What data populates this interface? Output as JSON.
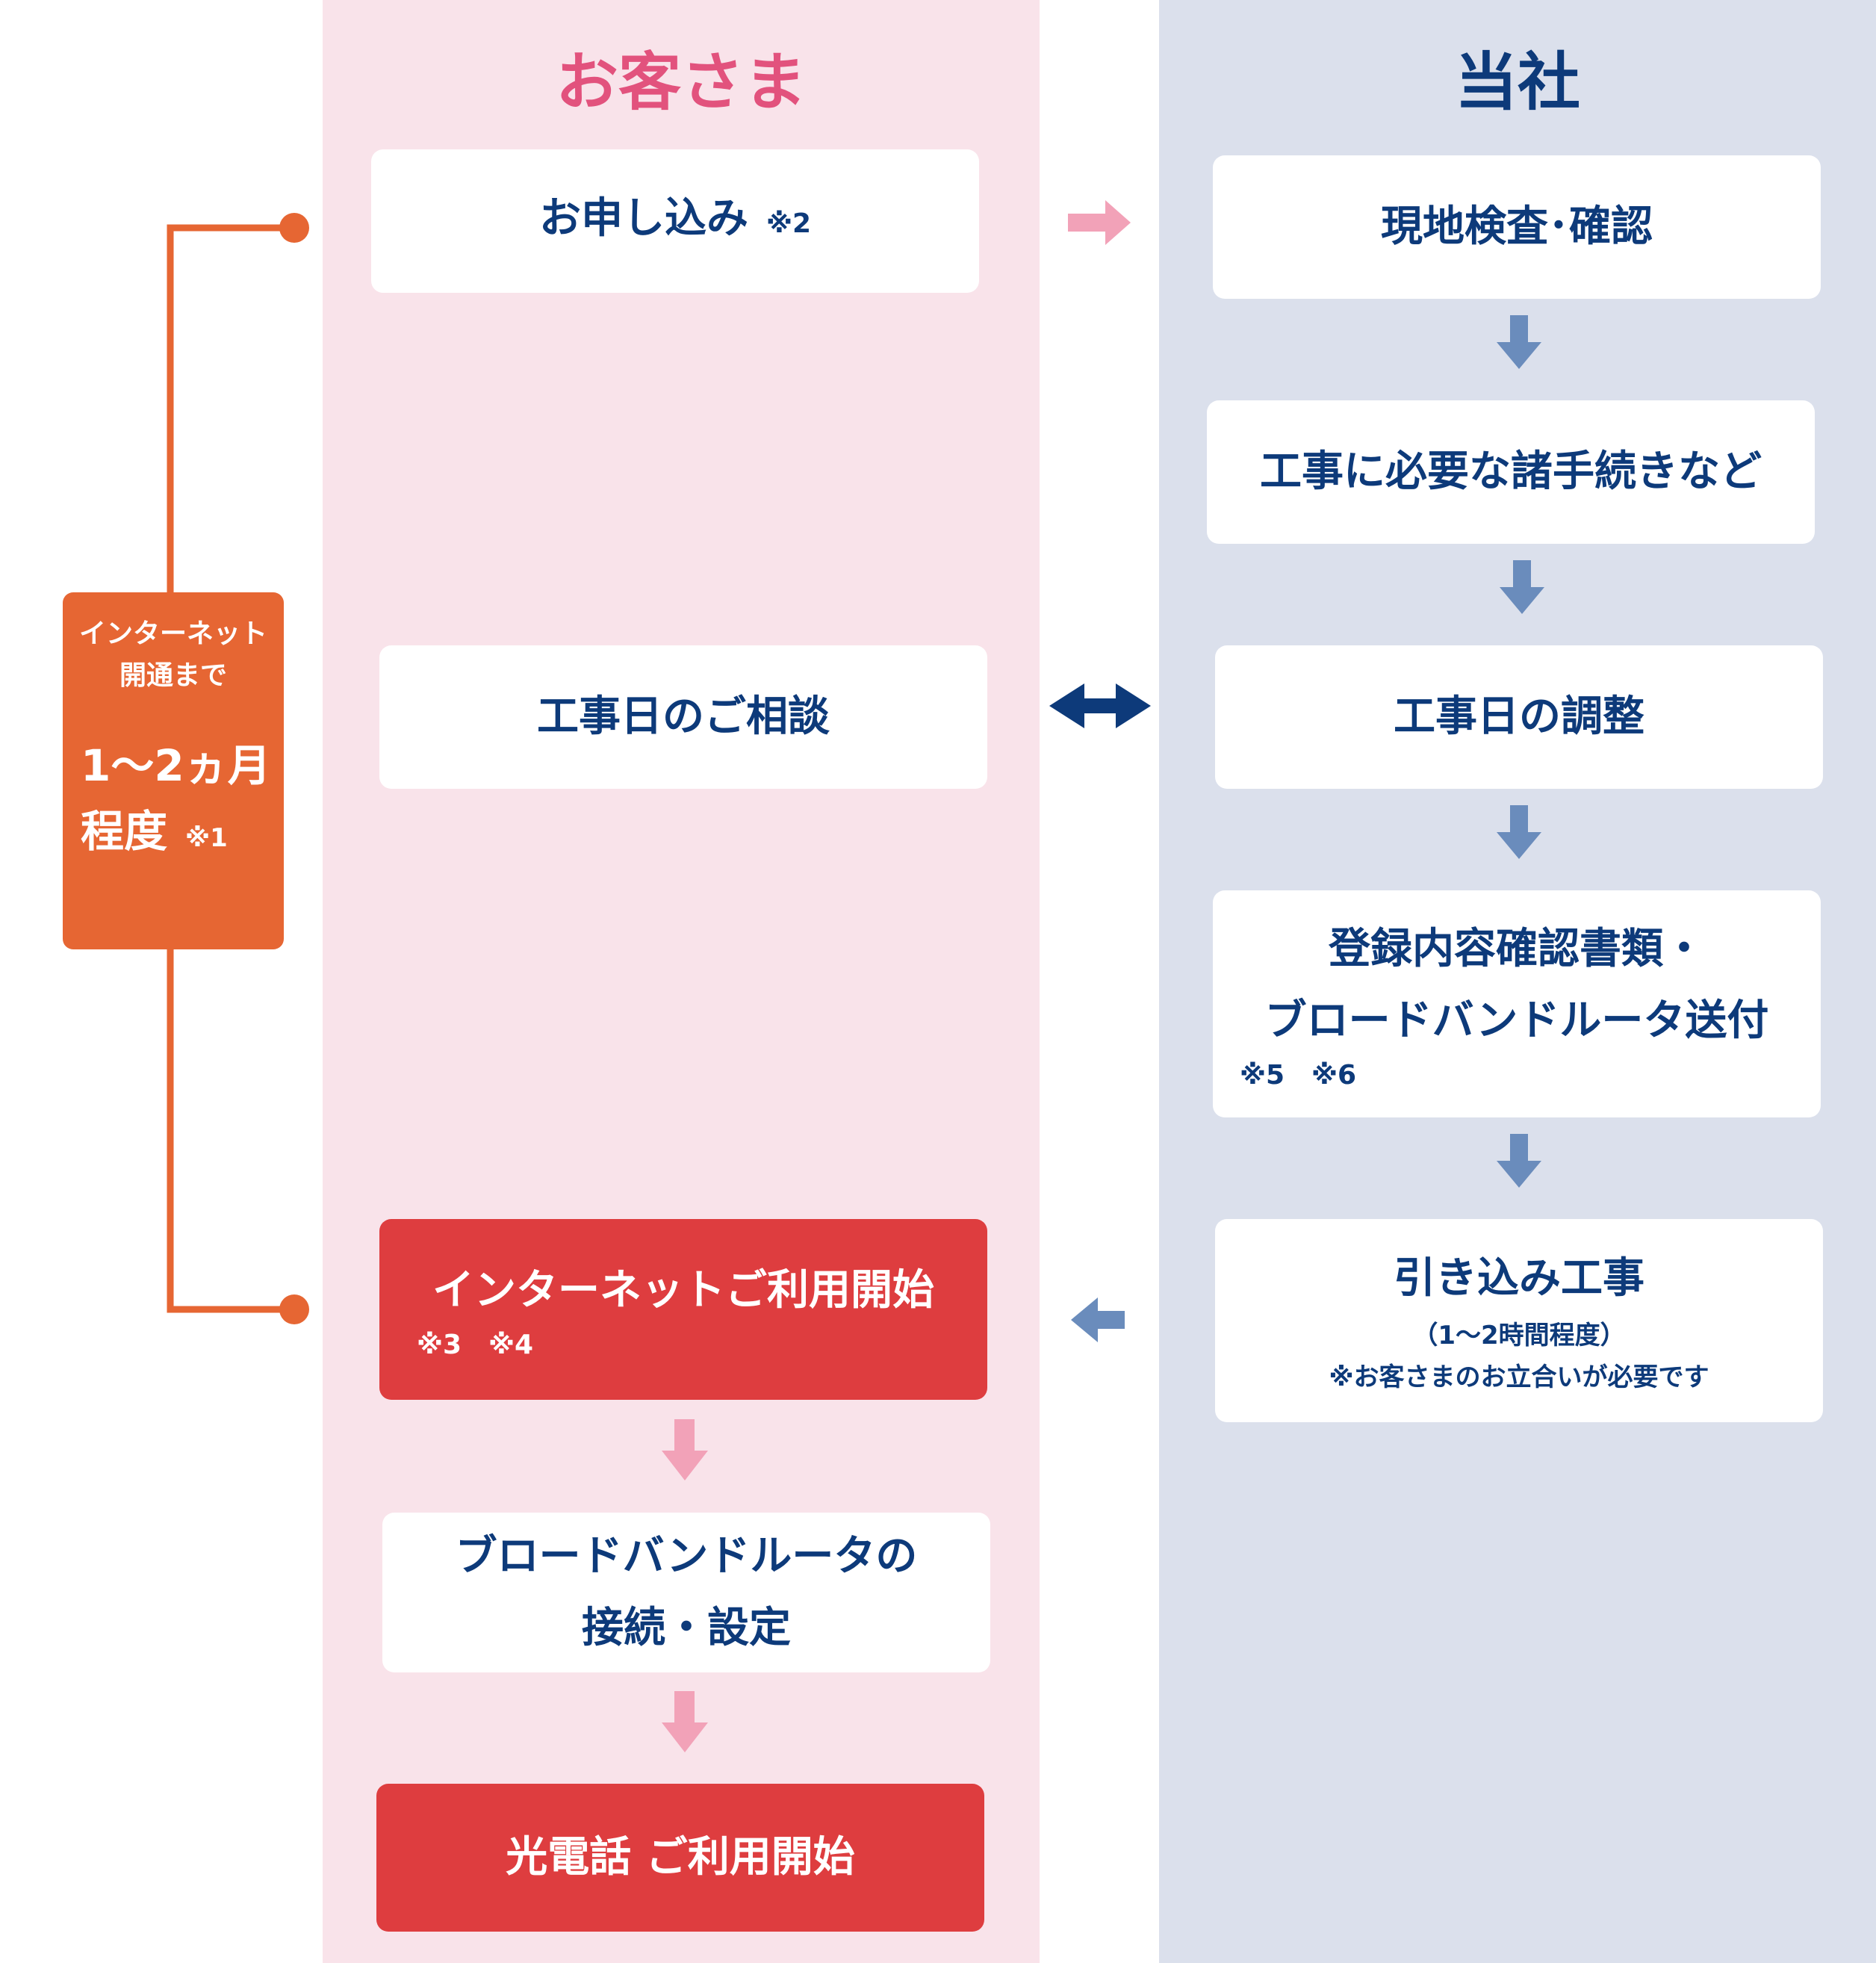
{
  "columns": {
    "customer": {
      "title": "お客さま",
      "color": "#e2527d",
      "background": "#f9e3ea"
    },
    "company": {
      "title": "当社",
      "color": "#0d3a7a",
      "background": "#dbe0ec"
    }
  },
  "duration_panel": {
    "line1": "インターネット",
    "line2": "開通まで",
    "line3": "1〜2ヵ月",
    "line4": "程度",
    "note": "※1",
    "color": "#e66633"
  },
  "customer_steps": {
    "apply": {
      "label": "お申し込み",
      "note": "※2"
    },
    "consult": {
      "label": "工事日のご相談"
    },
    "internet_start": {
      "label": "インターネットご利用開始",
      "notes": "※3　※4"
    },
    "router_setup": {
      "line1": "ブロードバンドルータの",
      "line2": "接続・設定"
    },
    "phone_start": {
      "label": "光電話 ご利用開始"
    }
  },
  "company_steps": {
    "survey": {
      "label": "現地検査･確認"
    },
    "procedures": {
      "label": "工事に必要な諸手続きなど"
    },
    "schedule": {
      "label": "工事日の調整"
    },
    "shipping": {
      "line1": "登録内容確認書類・",
      "line2": "ブロードバンドルータ送付",
      "notes": "※5　※6"
    },
    "construction": {
      "label": "引き込み工事",
      "sub": "（1〜2時間程度）",
      "note": "※お客さまのお立合いが必要です"
    }
  },
  "colors": {
    "text_navy": "#0d3a7a",
    "highlight_red": "#de3d3f",
    "arrow_pink": "#f2a2b8",
    "arrow_blue": "#6a8cbc",
    "arrow_navy": "#0d3a7a"
  }
}
